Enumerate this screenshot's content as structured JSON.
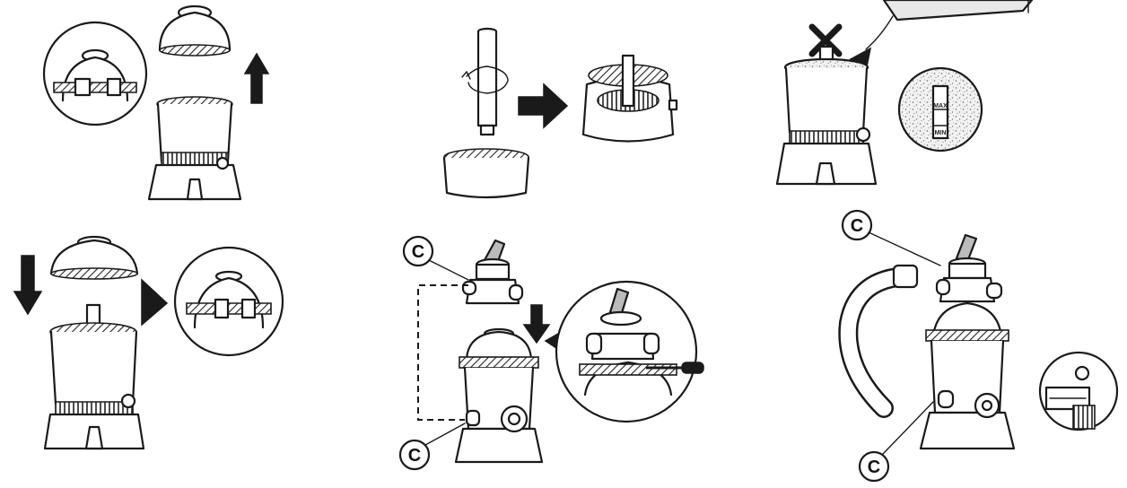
{
  "labels": {
    "c_step5_top": "C",
    "c_step5_bottom": "C",
    "c_step6_top": "C",
    "c_step6_bottom": "C",
    "sand_gauge_max": "MAX",
    "sand_gauge_min": "MIN"
  }
}
